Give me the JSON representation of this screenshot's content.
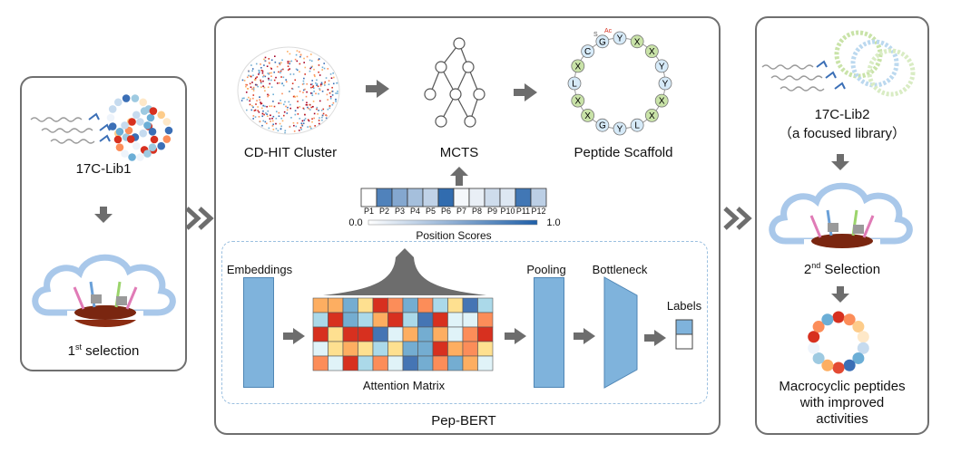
{
  "left_panel": {
    "library": "17C-Lib1",
    "selection_ordinal": "1",
    "selection_ordinal_suffix": "st",
    "selection_word": "selection"
  },
  "center_panel": {
    "cluster_label": "CD-HIT Cluster",
    "mcts_label": "MCTS",
    "scaffold_label": "Peptide Scaffold",
    "scaffold_ring": [
      "Y",
      "X",
      "X",
      "Y",
      "Y",
      "X",
      "X",
      "L",
      "Y",
      "G",
      "X",
      "X",
      "L",
      "X",
      "C",
      "G"
    ],
    "scaffold_mods": [
      "S",
      "Ac"
    ],
    "positions": [
      "P1",
      "P2",
      "P3",
      "P4",
      "P5",
      "P6",
      "P7",
      "P8",
      "P9",
      "P10",
      "P11",
      "P12"
    ],
    "position_values": [
      0.0,
      0.78,
      0.55,
      0.4,
      0.28,
      0.92,
      0.05,
      0.1,
      0.22,
      0.15,
      0.85,
      0.3
    ],
    "scale_min": "0.0",
    "scale_max": "1.0",
    "position_scores_label": "Position Scores",
    "embeddings_label": "Embeddings",
    "attention_label": "Attention Matrix",
    "pooling_label": "Pooling",
    "bottleneck_label": "Bottleneck",
    "labels_label": "Labels",
    "model_name": "Pep-BERT"
  },
  "right_panel": {
    "library": "17C-Lib2",
    "library_note": "（a focused library）",
    "selection_ordinal": "2",
    "selection_ordinal_suffix": "nd",
    "selection_word": "Selection",
    "result_line1": "Macrocyclic peptides",
    "result_line2": "with improved",
    "result_line3": "activities"
  },
  "colors": {
    "panel_border": "#6f6f6f",
    "arrow": "#6d6d6d",
    "block_blue": "#7fb3dc",
    "cloud": "#a9c8ea",
    "heat_red": "#d7301f",
    "heat_blue": "#3b6fb6"
  }
}
